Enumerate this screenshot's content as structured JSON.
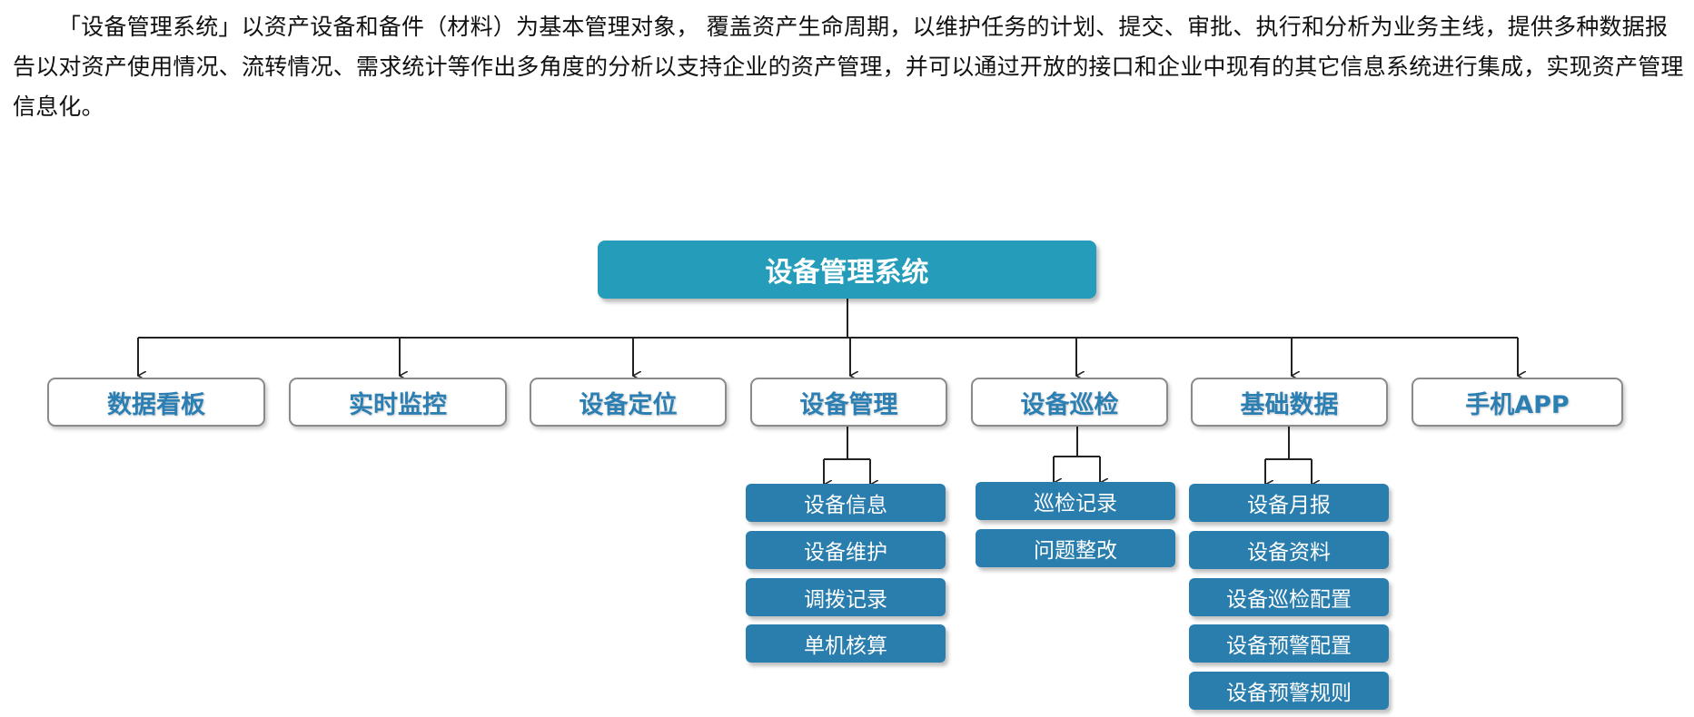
{
  "intro": "「设备管理系统」以资产设备和备件（材料）为基本管理对象， 覆盖资产生命周期，以维护任务的计划、提交、审批、执行和分析为业务主线，提供多种数据报告以对资产使用情况、流转情况、需求统计等作出多角度的分析以支持企业的资产管理，并可以通过开放的接口和企业中现有的其它信息系统进行集成，实现资产管理信息化。",
  "diagram": {
    "root": "设备管理系统",
    "modules": [
      "数据看板",
      "实时监控",
      "设备定位",
      "设备管理",
      "设备巡检",
      "基础数据",
      "手机APP"
    ],
    "equipment_management": [
      "设备信息",
      "设备维护",
      "调拨记录",
      "单机核算"
    ],
    "inspection": [
      "巡检记录",
      "问题整改"
    ],
    "basic_data": [
      "设备月报",
      "设备资料",
      "设备巡检配置",
      "设备预警配置",
      "设备预警规则"
    ]
  },
  "colors": {
    "root_fill": "#259cb9",
    "module_text": "#2b7fb3",
    "module_border": "#8a8a8a",
    "sub_fill": "#2a7eae",
    "line": "#222222"
  }
}
